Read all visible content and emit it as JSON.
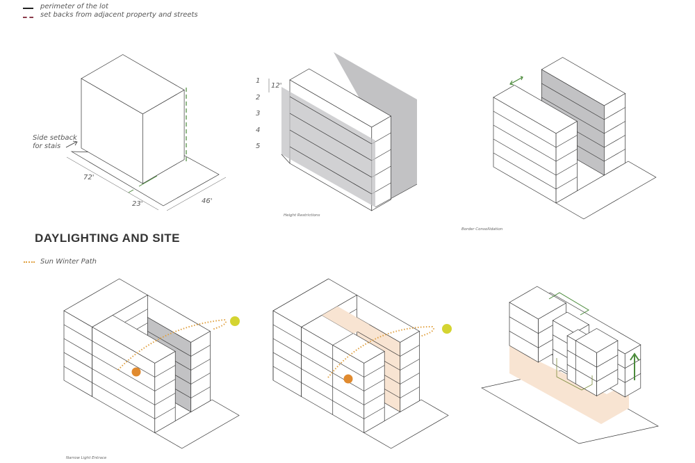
{
  "legend": {
    "perimeter": "perimeter of the lot",
    "setbacks": "set backs from adjacent property and streets"
  },
  "lot_diagram": {
    "side_setback": [
      "Side setback",
      "for stais"
    ],
    "dim_length": "72'",
    "dim_front": "23'",
    "dim_width": "46'"
  },
  "height_diagram": {
    "floors": [
      "1",
      "2",
      "3",
      "4",
      "5"
    ],
    "floor_height": "12'",
    "caption": "Height Restrictions"
  },
  "border_diagram": {
    "caption": "Border Consollidation"
  },
  "section_title": "DAYLIGHTING AND SITE",
  "sun_legend": "Sun Winter Path",
  "daylight_diagram": {
    "caption": "Narrow Light Entrace"
  },
  "colors": {
    "line": "#333333",
    "setback_green": "#4a8a3a",
    "setback_red": "#8a3a4a",
    "shadow_gray": "#c2c2c4",
    "light_peach": "#f8e4d2",
    "sun_orange": "#e08a2e",
    "sun_yellow": "#d4d431",
    "path_orange": "#e0a040"
  }
}
